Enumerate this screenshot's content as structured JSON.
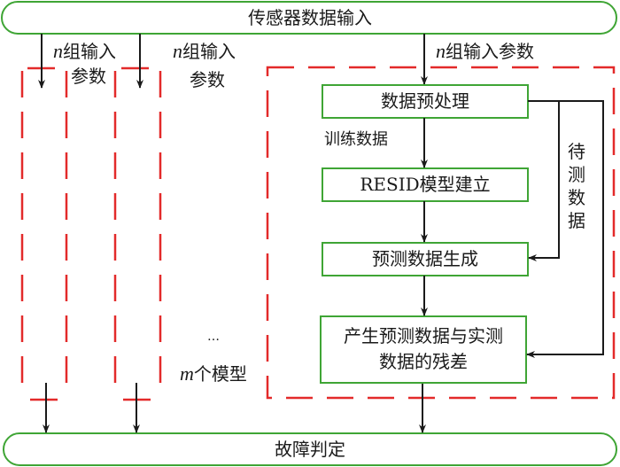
{
  "colors": {
    "box_border": "#3fa535",
    "dash": "#e32a2a",
    "arrow": "#1a1a1a",
    "text": "#1a1a1a"
  },
  "top_bar": {
    "label": "传感器数据输入"
  },
  "bottom_bar": {
    "label": "故障判定"
  },
  "left_labels": {
    "n_symbol": "n",
    "group_input_line1": "组输入",
    "group_input_line2": "参数"
  },
  "right_input_label": {
    "n_symbol": "n",
    "text": "组输入参数"
  },
  "model_count_label": {
    "m_symbol": "m",
    "text": "个模型"
  },
  "ellipsis": "…",
  "flow_boxes": [
    {
      "id": "preprocess",
      "label": "数据预处理"
    },
    {
      "id": "build-model",
      "label": "RESID模型建立"
    },
    {
      "id": "generate-prediction",
      "label": "预测数据生成"
    },
    {
      "id": "residual",
      "label_line1": "产生预测数据与实测",
      "label_line2": "数据的残差"
    }
  ],
  "edge_labels": {
    "training_data": "训练数据",
    "test_data": [
      "待",
      "测",
      "数",
      "据"
    ]
  }
}
